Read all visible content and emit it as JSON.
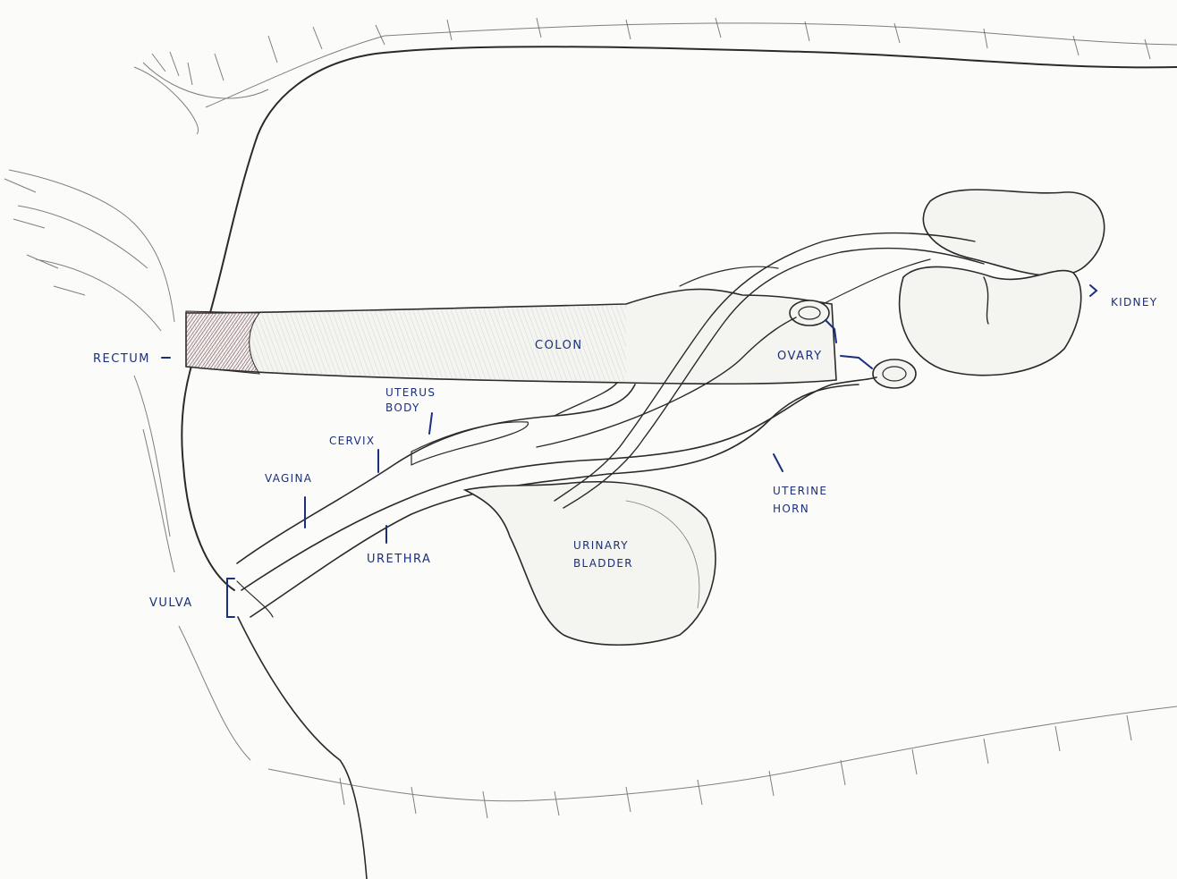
{
  "colors": {
    "label_ink": "#1c2f7a",
    "pencil": "#2a2a2a",
    "paper": "#fbfbf9",
    "rectum_hatch": "#6b3a4a"
  },
  "labels": {
    "rectum": "RECTUM",
    "colon": "COLON",
    "uterus_body_1": "UTERUS",
    "uterus_body_2": "BODY",
    "cervix": "CERVIX",
    "vagina": "VAGINA",
    "urethra": "URETHRA",
    "vulva": "VULVA",
    "urinary_bladder_1": "URINARY",
    "urinary_bladder_2": "BLADDER",
    "uterine_horn_1": "UTERINE",
    "uterine_horn_2": "HORN",
    "ovary": "OVARY",
    "kidney": "KIDNEY"
  }
}
